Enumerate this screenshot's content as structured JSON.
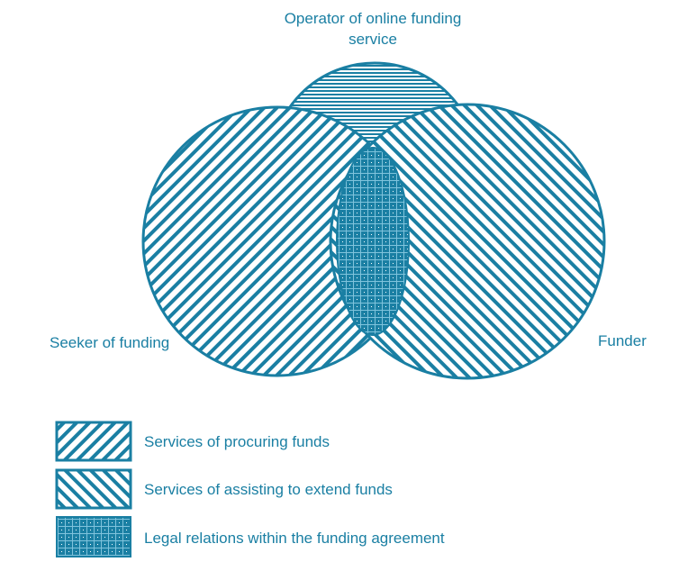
{
  "labels": {
    "operator_line1": "Operator of online funding",
    "operator_line2": "service",
    "seeker": "Seeker of funding",
    "funder": "Funder"
  },
  "legend": [
    {
      "label": "Services of procuring funds",
      "pattern": "diagonal-up-hatch"
    },
    {
      "label": "Services of assisting to extend funds",
      "pattern": "diagonal-down-hatch"
    },
    {
      "label": "Legal relations within the funding agreement",
      "pattern": "dotted-grid"
    }
  ],
  "colors": {
    "primary": "#1a7fa3",
    "background": "#ffffff"
  }
}
